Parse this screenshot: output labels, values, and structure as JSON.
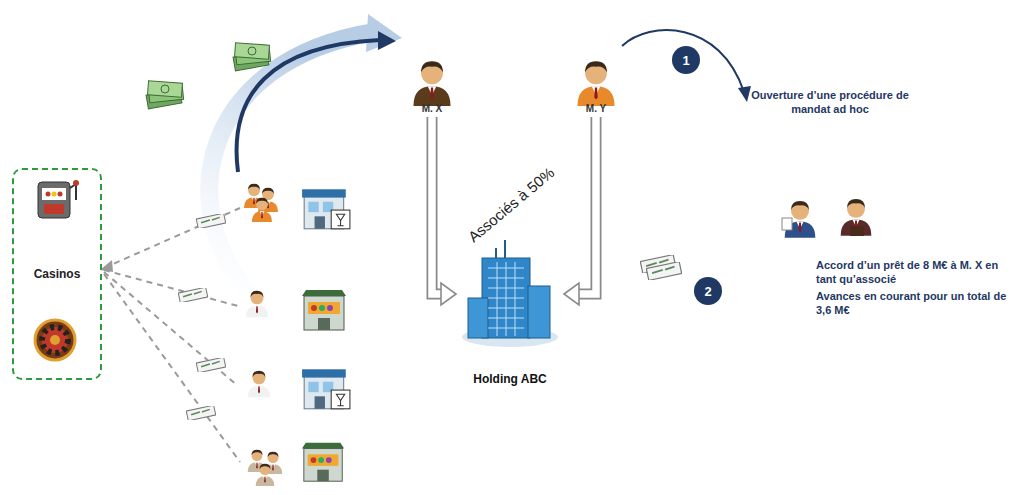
{
  "diagram": {
    "nodes": [
      {
        "text": [
          "Casinos"
        ]
      },
      {
        "text": [
          "M. X"
        ]
      },
      {
        "text": [
          "M. Y"
        ]
      },
      {
        "text": [
          "Holding ABC"
        ]
      },
      {
        "text": [
          "1"
        ]
      },
      {
        "text": [
          "2"
        ]
      }
    ],
    "edges": [
      {
        "from": 1,
        "to": 3,
        "arrow": "to"
      },
      {
        "from": 2,
        "to": 3,
        "arrow": "to"
      }
    ],
    "labels": [
      "Associés à 50%",
      "Ouverture d’une procédure de mandat ad hoc",
      "Accord d’un prêt de 8 M€ à M. X en tant qu’associé",
      "Avances en courant pour un total de 3,6 M€"
    ]
  }
}
